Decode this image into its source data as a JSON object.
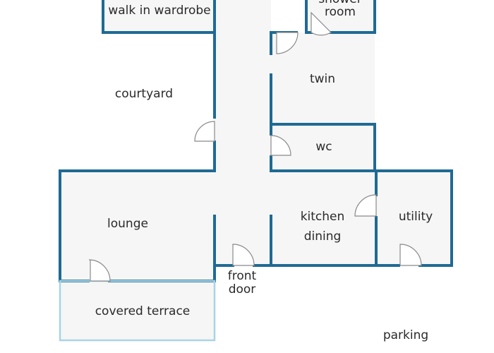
{
  "rooms": {
    "walk_in_wardrobe": "walk in wardrobe",
    "shower_room_line1": "shower",
    "shower_room_line2": "room",
    "courtyard": "courtyard",
    "twin": "twin",
    "wc": "wc",
    "lounge": "lounge",
    "kitchen_line1": "kitchen",
    "kitchen_line2": "dining",
    "utility": "utility",
    "front_door_line1": "front",
    "front_door_line2": "door",
    "covered_terrace": "covered terrace",
    "parking": "parking"
  },
  "colors": {
    "wall": "#1f6a94",
    "terrace_wall": "#a9d4e6",
    "room_fill": "#f6f6f6",
    "door": "#8a8a8a",
    "text": "#2a2a2a"
  }
}
